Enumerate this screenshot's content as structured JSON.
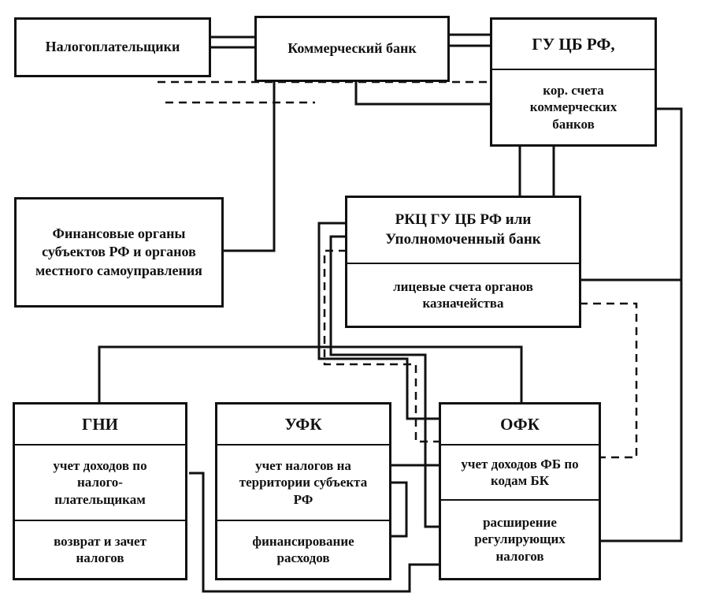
{
  "diagram": {
    "taxpayers": "Налогоплательщики",
    "commercial_bank": "Коммерческий банк",
    "cb": {
      "title": "ГУ ЦБ РФ,",
      "accounts": "кор. счета коммерческих банков"
    },
    "finance_bodies": "Финансовые органы субъектов РФ и органов местного самоуправления",
    "rkc": {
      "title": "РКЦ ГУ ЦБ РФ или Уполномоченный банк",
      "accounts": "лицевые счета органов казначейства"
    },
    "gni": {
      "title": "ГНИ",
      "s1": "учет доходов по налого-плательщикам",
      "s2": "возврат и зачет налогов"
    },
    "ufk": {
      "title": "УФК",
      "s1": "учет налогов на территории субъекта РФ",
      "s2": "финансирование расходов"
    },
    "ofk": {
      "title": "ОФК",
      "s1": "учет доходов ФБ по кодам БК",
      "s2": "расширение регулирующих налогов"
    }
  }
}
